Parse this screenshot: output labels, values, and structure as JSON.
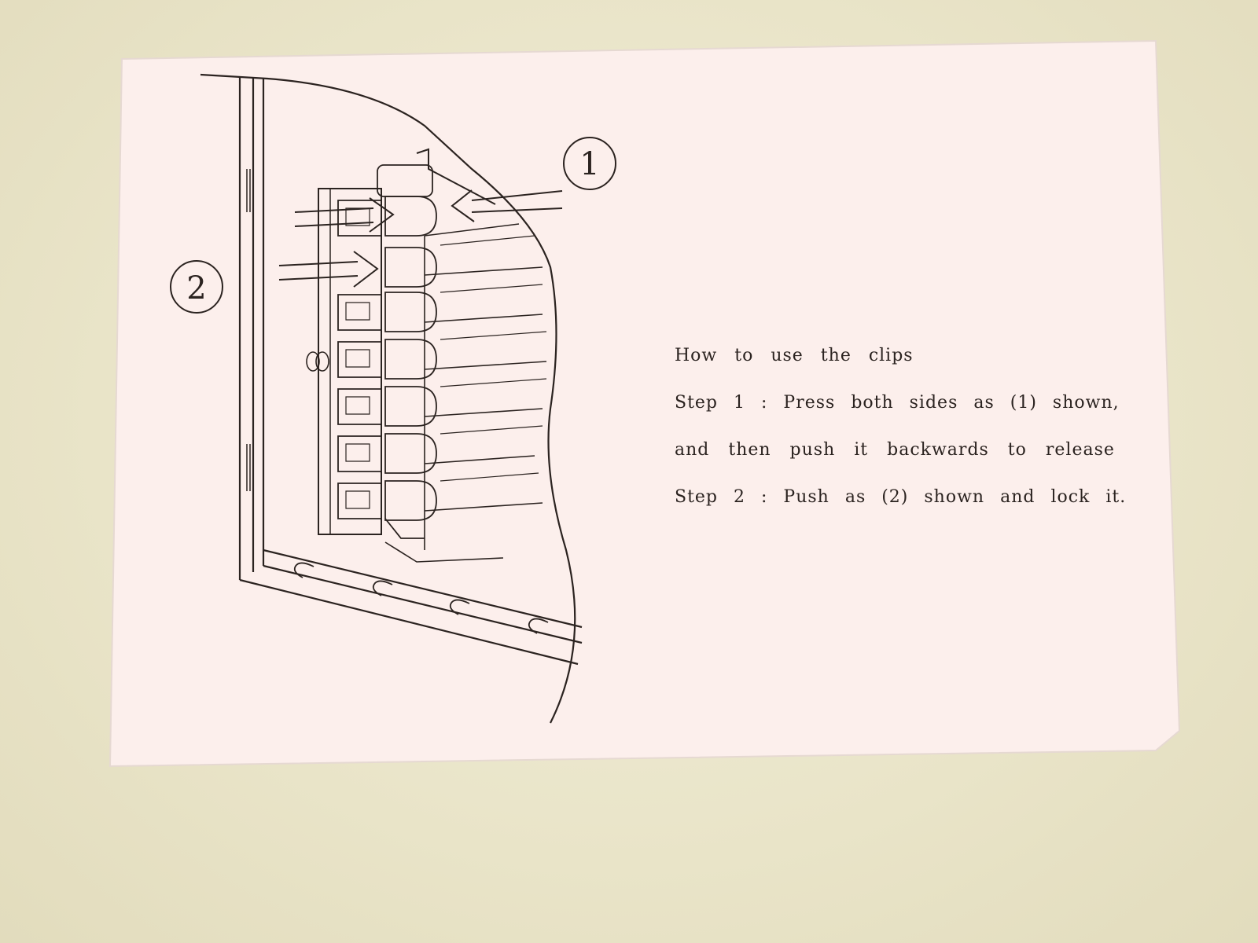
{
  "diagram": {
    "callout_1": "1",
    "callout_2": "2"
  },
  "instructions": {
    "title": "How to use the clips",
    "step1_line1": "Step 1 : Press both sides as (1) shown,",
    "step1_line2": "and then push it backwards to release",
    "step2": "Step 2 : Push as (2) shown and lock it."
  },
  "colors": {
    "paper": "#fcefec",
    "ink": "#2b2320",
    "surface": "#ebe6cc"
  }
}
